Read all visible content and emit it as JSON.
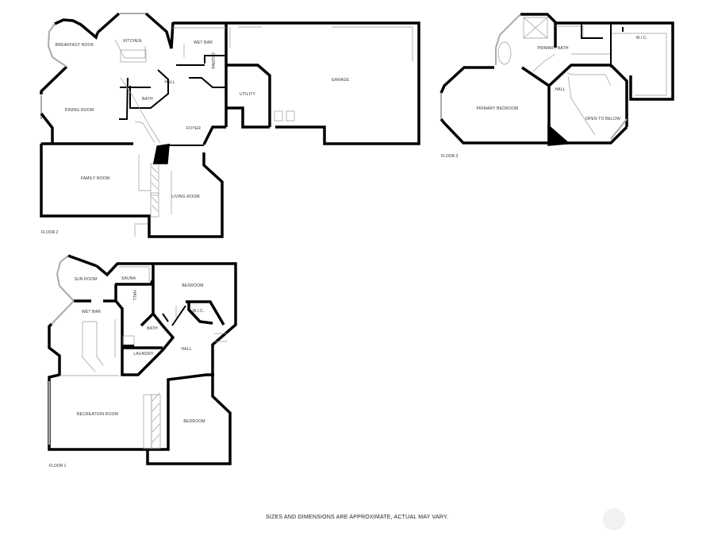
{
  "floors": [
    {
      "name": "FLOOR 2",
      "rooms": [
        "BREAKFAST NOOK",
        "KITCHEN",
        "WET BAR",
        "PANTRY",
        "HALL",
        "BATH",
        "DINING ROOM",
        "FOYER",
        "UTILITY",
        "GARAGE",
        "FAMILY ROOM",
        "LIVING ROOM"
      ]
    },
    {
      "name": "FLOOR 3",
      "rooms": [
        "PRIMARY BATH",
        "W.I.C.",
        "HALL",
        "PRIMARY BEDROOM",
        "OPEN TO BELOW"
      ]
    },
    {
      "name": "FLOOR 1",
      "rooms": [
        "SUN ROOM",
        "SAUNA",
        "HALL",
        "BEDROOM",
        "WET BAR",
        "W.I.C.",
        "BATH",
        "LAUNDRY",
        "HALL",
        "RECREATION ROOM",
        "BEDROOM"
      ]
    }
  ],
  "disclaimer": "SIZES AND DIMENSIONS ARE APPROXIMATE, ACTUAL MAY VARY."
}
